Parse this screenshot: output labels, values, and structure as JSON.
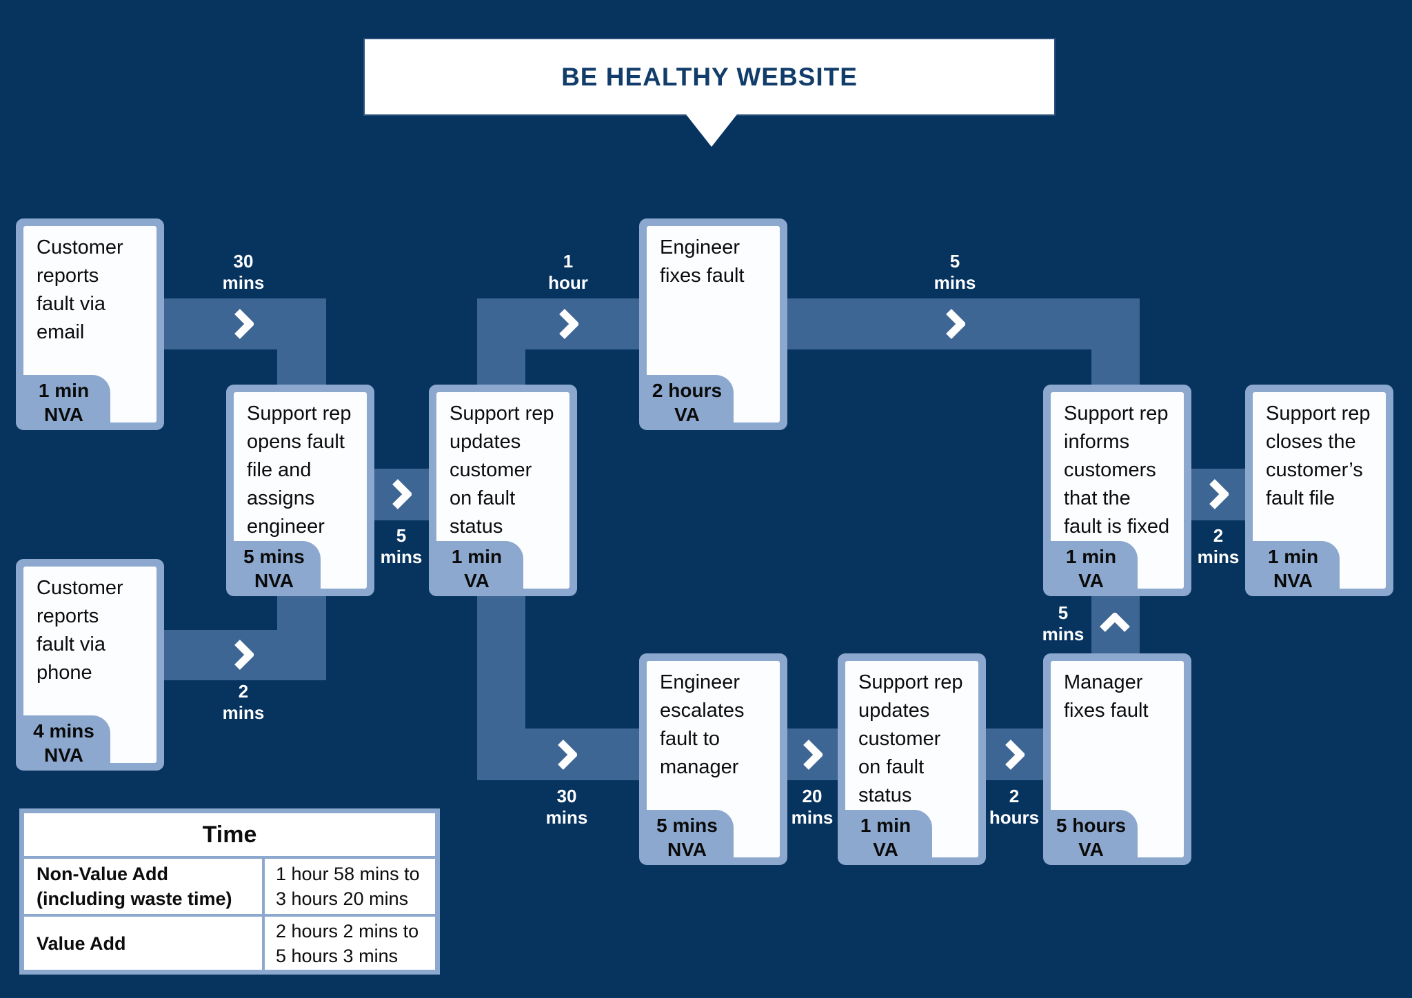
{
  "colors": {
    "background": "#07335F",
    "connector_band": "#3E6694",
    "panel_blue": "#8CA8CE",
    "card_white": "#FCFDFF",
    "title_text": "#123D6B",
    "band_label_text": "#FFFFFF"
  },
  "title_banner": {
    "text": "BE HEALTHY WEBSITE"
  },
  "process_boxes": [
    {
      "id": "customer-email",
      "label": "Customer\nreports\nfault via\nemail",
      "duration": "1 min",
      "classification": "NVA"
    },
    {
      "id": "customer-phone",
      "label": "Customer\nreports\nfault via\nphone",
      "duration": "4 mins",
      "classification": "NVA"
    },
    {
      "id": "open-fault-file",
      "label": "Support rep\nopens fault\nfile and\nassigns\nengineer",
      "duration": "5 mins",
      "classification": "NVA"
    },
    {
      "id": "update-customer-1",
      "label": "Support rep\nupdates\ncustomer\non fault\nstatus",
      "duration": "1 min",
      "classification": "VA"
    },
    {
      "id": "engineer-fixes",
      "label": "Engineer\nfixes fault",
      "duration": "2 hours",
      "classification": "VA"
    },
    {
      "id": "engineer-escalates",
      "label": "Engineer\nescalates\nfault to\nmanager",
      "duration": "5 mins",
      "classification": "NVA"
    },
    {
      "id": "update-customer-2",
      "label": "Support rep\nupdates\ncustomer\non fault\nstatus",
      "duration": "1 min",
      "classification": "VA"
    },
    {
      "id": "inform-fixed",
      "label": "Support rep\ninforms\ncustomers\nthat the\nfault is fixed",
      "duration": "1 min",
      "classification": "VA"
    },
    {
      "id": "close-file",
      "label": "Support rep\ncloses the\ncustomer’s\nfault file",
      "duration": "1 min",
      "classification": "NVA"
    },
    {
      "id": "manager-fixes",
      "label": "Manager\nfixes fault",
      "duration": "5 hours",
      "classification": "VA"
    }
  ],
  "flow_arrows": [
    {
      "id": "email-to-open",
      "value": "30",
      "unit": "mins",
      "direction": "right"
    },
    {
      "id": "phone-to-open",
      "value": "2",
      "unit": "mins",
      "direction": "right"
    },
    {
      "id": "open-to-update",
      "value": "5",
      "unit": "mins",
      "direction": "right"
    },
    {
      "id": "update-to-engineer",
      "value": "1",
      "unit": "hour",
      "direction": "right"
    },
    {
      "id": "engineer-to-inform",
      "value": "5",
      "unit": "mins",
      "direction": "right"
    },
    {
      "id": "update-to-escalate",
      "value": "30",
      "unit": "mins",
      "direction": "right"
    },
    {
      "id": "escalate-to-update2",
      "value": "20",
      "unit": "mins",
      "direction": "right"
    },
    {
      "id": "update2-to-manager",
      "value": "2",
      "unit": "hours",
      "direction": "right"
    },
    {
      "id": "manager-to-inform",
      "value": "5",
      "unit": "mins",
      "direction": "up"
    },
    {
      "id": "inform-to-close",
      "value": "2",
      "unit": "mins",
      "direction": "right"
    }
  ],
  "time_table": {
    "title": "Time",
    "rows": [
      {
        "label": "Non-Value Add\n(including waste time)",
        "range": "1 hour 58 mins to\n3 hours 20 mins"
      },
      {
        "label": "Value Add",
        "range": "2 hours 2 mins to\n5 hours 3 mins"
      }
    ]
  }
}
